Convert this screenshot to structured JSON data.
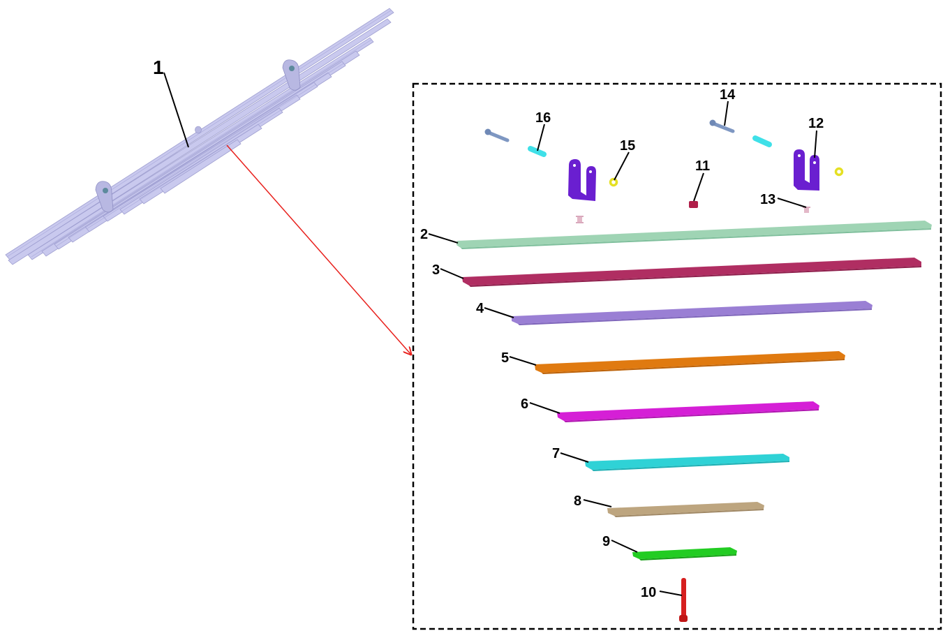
{
  "diagram": {
    "type": "exploded-assembly",
    "subject": "leaf spring assembly",
    "assembly_label": "1",
    "labels": [
      "1",
      "2",
      "3",
      "4",
      "5",
      "6",
      "7",
      "8",
      "9",
      "10",
      "11",
      "12",
      "13",
      "14",
      "15",
      "16"
    ],
    "parts": [
      {
        "id": "2",
        "kind": "leaf",
        "color": "#9fd4b4"
      },
      {
        "id": "3",
        "kind": "leaf",
        "color": "#b02e62"
      },
      {
        "id": "4",
        "kind": "leaf",
        "color": "#9a7fd4"
      },
      {
        "id": "5",
        "kind": "leaf",
        "color": "#e07a10"
      },
      {
        "id": "6",
        "kind": "leaf",
        "color": "#d51fd6"
      },
      {
        "id": "7",
        "kind": "leaf",
        "color": "#2fd2d6"
      },
      {
        "id": "8",
        "kind": "leaf",
        "color": "#bda57f"
      },
      {
        "id": "9",
        "kind": "leaf",
        "color": "#22cc22"
      },
      {
        "id": "10",
        "kind": "center-bolt",
        "color": "#d61f1f"
      },
      {
        "id": "11",
        "kind": "nut",
        "color": "#b01f4a"
      },
      {
        "id": "12",
        "kind": "clamp-bracket",
        "color": "#6a1fd0"
      },
      {
        "id": "13",
        "kind": "rivet",
        "color": "#e3b8c8"
      },
      {
        "id": "14",
        "kind": "bolt",
        "color": "#7e97c2"
      },
      {
        "id": "15",
        "kind": "washer",
        "color": "#e5e023"
      },
      {
        "id": "16",
        "kind": "bushing",
        "color": "#3fe0e8"
      }
    ],
    "colors": {
      "assembly": "#c9c9ee",
      "arrow": "#e8201c",
      "frame": "#000000",
      "leader": "#000000"
    }
  }
}
